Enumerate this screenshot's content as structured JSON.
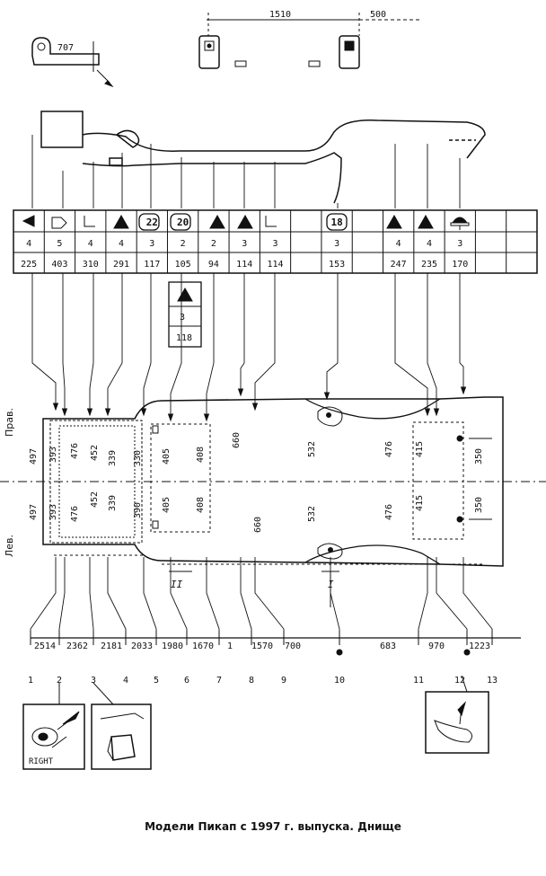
{
  "top_dims": {
    "d707": "707",
    "d1510": "1510",
    "d500": "500"
  },
  "table": {
    "columns": [
      {
        "qty": "4",
        "dist": "225"
      },
      {
        "qty": "5",
        "dist": "403"
      },
      {
        "qty": "4",
        "dist": "310"
      },
      {
        "qty": "4",
        "dist": "291"
      },
      {
        "badge": "22",
        "qty": "3",
        "dist": "117"
      },
      {
        "badge": "20",
        "qty": "2",
        "dist": "105"
      },
      {
        "qty": "2",
        "dist": "94"
      },
      {
        "qty": "3",
        "dist": "114"
      },
      {
        "qty": "3",
        "dist": "114"
      },
      {
        "qty": "",
        "dist": ""
      },
      {
        "badge": "18",
        "qty": "3",
        "dist": "153"
      },
      {
        "qty": "",
        "dist": ""
      },
      {
        "qty": "4",
        "dist": "247"
      },
      {
        "qty": "4",
        "dist": "235"
      },
      {
        "qty": "3",
        "dist": "170"
      },
      {
        "qty": "",
        "dist": ""
      },
      {
        "qty": "",
        "dist": ""
      }
    ],
    "extra_box": {
      "qty": "3",
      "dist": "118"
    }
  },
  "side_labels": {
    "right": "Прав.",
    "left": "Лев."
  },
  "inner_dims": {
    "d497": "497",
    "d393": "393",
    "d476": "476",
    "d452": "452",
    "d339": "339",
    "d330": "330",
    "d390": "390",
    "d405": "405",
    "d408": "408",
    "d660": "660",
    "d532": "532",
    "d415": "415",
    "d350": "350"
  },
  "section_marks": {
    "s2": "II",
    "s1": "I"
  },
  "bottom_dims": [
    "2514",
    "2362",
    "2181",
    "2033",
    "1980",
    "1670",
    "1",
    "1570",
    "700",
    "683",
    "970",
    "1223"
  ],
  "point_numbers": [
    "1",
    "2",
    "3",
    "4",
    "5",
    "6",
    "7",
    "8",
    "9",
    "10",
    "11",
    "12",
    "13"
  ],
  "inset_label": "RIGHT",
  "caption": "Модели Пикап с 1997 г. выпуска. Днище"
}
